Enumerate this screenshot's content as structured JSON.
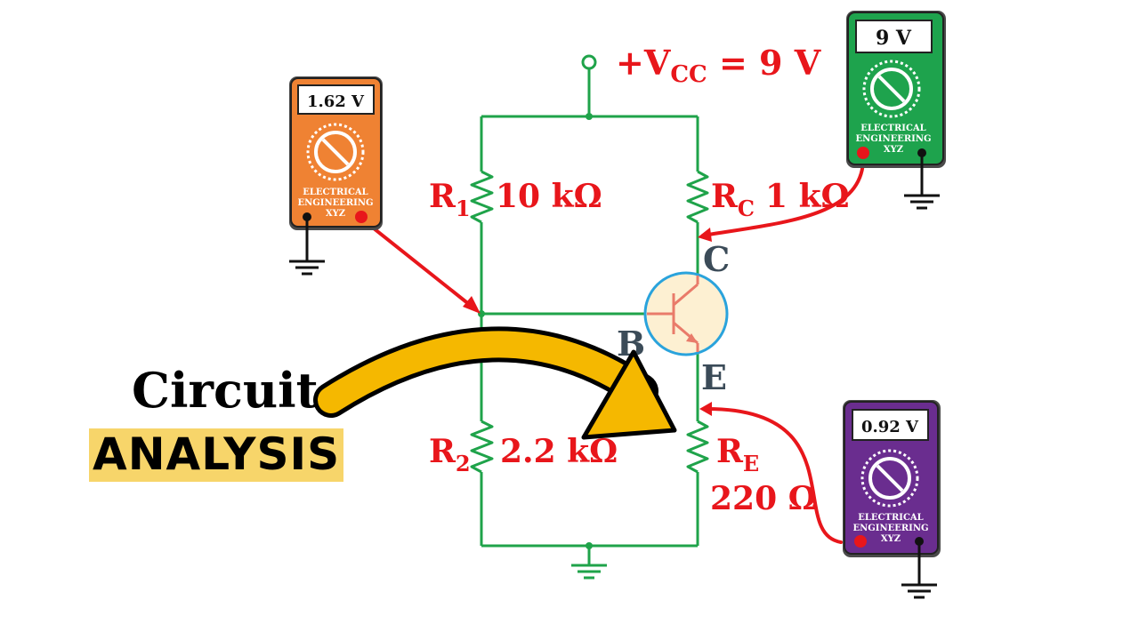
{
  "supply": {
    "prefix": "+V",
    "sub": "CC",
    "suffix": " = 9 V"
  },
  "resistors": {
    "r1": {
      "name": "R",
      "sub": "1",
      "value": "10 kΩ"
    },
    "r2": {
      "name": "R",
      "sub": "2",
      "value": "2.2 kΩ"
    },
    "rc": {
      "name": "R",
      "sub": "C",
      "value": "1 kΩ"
    },
    "re": {
      "name": "R",
      "sub": "E",
      "value": "220 Ω"
    }
  },
  "transistor": {
    "collector": "C",
    "base": "B",
    "emitter": "E"
  },
  "meters": {
    "base": {
      "reading": "1.62 V",
      "brand_line1": "ELECTRICAL",
      "brand_line2": "ENGINEERING",
      "brand_line3": "XYZ",
      "color": "#ef8233"
    },
    "collector": {
      "reading": "9 V",
      "brand_line1": "ELECTRICAL",
      "brand_line2": "ENGINEERING",
      "brand_line3": "XYZ",
      "color": "#1ea34d"
    },
    "emitter": {
      "reading": "0.92 V",
      "brand_line1": "ELECTRICAL",
      "brand_line2": "ENGINEERING",
      "brand_line3": "XYZ",
      "color": "#6a2d8f"
    }
  },
  "title": {
    "line1": "Circuit",
    "line2": "ANALYSIS"
  },
  "colors": {
    "wire": "#1fa34a",
    "label": "#e8161b",
    "terminal": "#3b4b58",
    "arrow": "#f5b800",
    "probe": "#e8161b",
    "highlight": "#f7d56a"
  }
}
